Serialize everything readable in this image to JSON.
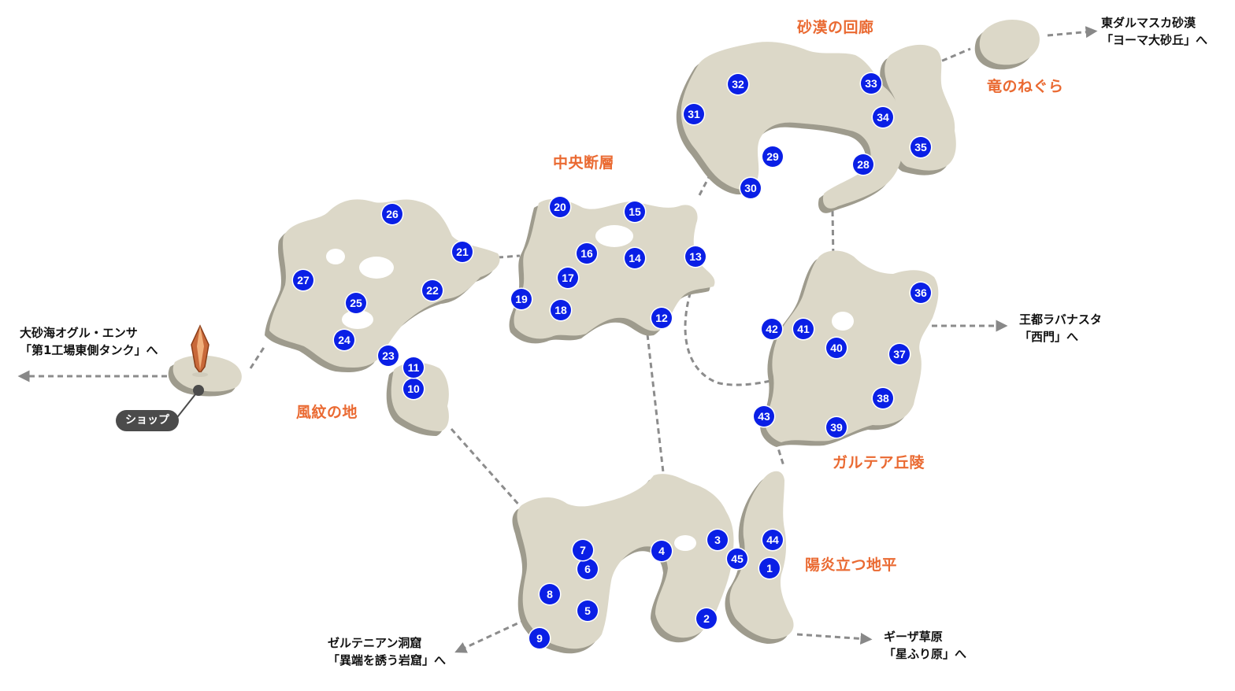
{
  "areas": {
    "fumon": "風紋の地",
    "chuo": "中央断層",
    "sabaku_kairo": "砂漠の回廊",
    "ryu": "竜のねぐら",
    "garutea": "ガルテア丘陵",
    "yoen": "陽炎立つ地平"
  },
  "exits": {
    "west": {
      "line1": "大砂海オグル・エンサ",
      "line2": "「第1工場東側タンク」へ"
    },
    "northeast": {
      "line1": "東ダルマスカ砂漠",
      "line2": "「ヨーマ大砂丘」へ"
    },
    "east": {
      "line1": "王都ラバナスタ",
      "line2": "「西門」へ"
    },
    "southwest": {
      "line1": "ゼルテニアン洞窟",
      "line2": "「異端を誘う岩窟」へ"
    },
    "southeast": {
      "line1": "ギーザ草原",
      "line2": "「星ふり原」へ"
    }
  },
  "shop": {
    "label": "ショップ"
  },
  "markers": [
    "1",
    "2",
    "3",
    "4",
    "5",
    "6",
    "7",
    "8",
    "9",
    "10",
    "11",
    "12",
    "13",
    "14",
    "15",
    "16",
    "17",
    "18",
    "19",
    "20",
    "21",
    "22",
    "23",
    "24",
    "25",
    "26",
    "27",
    "28",
    "29",
    "30",
    "31",
    "32",
    "33",
    "34",
    "35",
    "36",
    "37",
    "38",
    "39",
    "40",
    "41",
    "42",
    "43",
    "44",
    "45"
  ],
  "colors": {
    "land": "#dcd8c8",
    "land_shadow": "#9e9b8d",
    "marker": "#0a1fe6",
    "area_label": "#ea6a32",
    "route": "#888888"
  },
  "icons": {
    "save_crystal": "crystal-icon",
    "exit_arrow": "arrow-icon"
  }
}
